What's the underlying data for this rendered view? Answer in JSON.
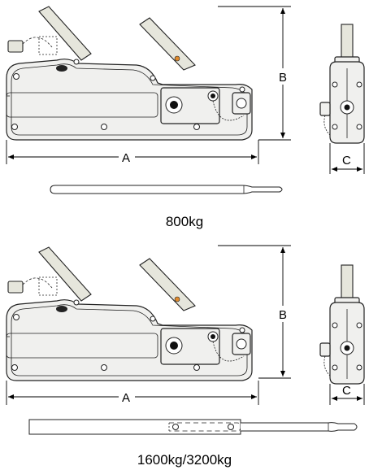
{
  "panels": [
    {
      "id": "800",
      "caption": "800kg",
      "dim_a": "A",
      "dim_b": "B",
      "dim_c": "C"
    },
    {
      "id": "1600",
      "caption": "1600kg/3200kg",
      "dim_a": "A",
      "dim_b": "B",
      "dim_c": "C"
    }
  ],
  "colors": {
    "body": "#f0f0ee",
    "handle": "#e6e6dc",
    "accent_dot": "#e08a2c",
    "outline": "#222222"
  }
}
